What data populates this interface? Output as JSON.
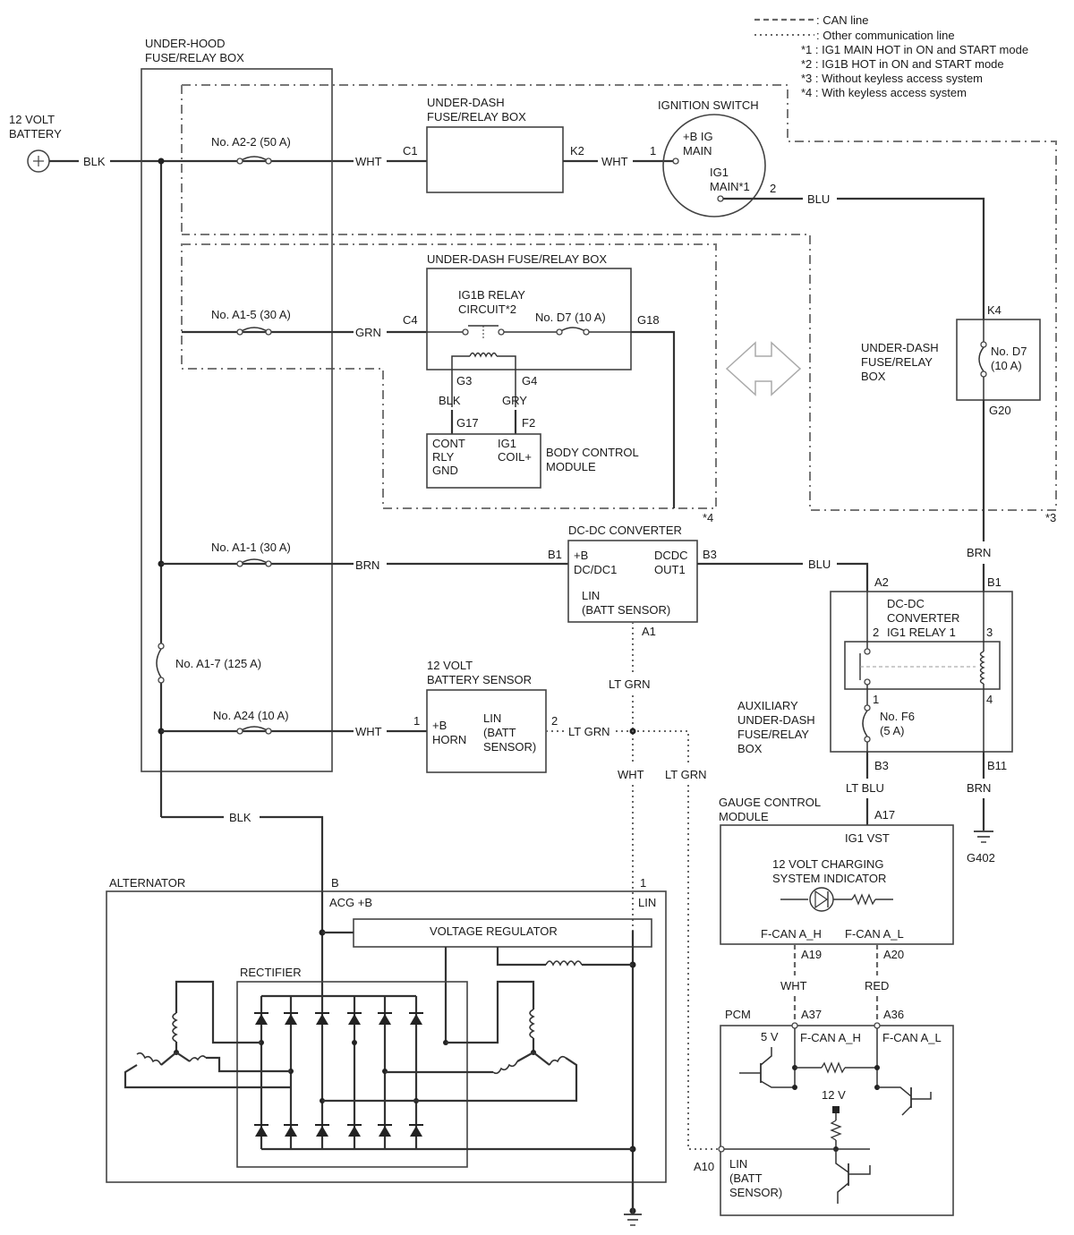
{
  "legend": {
    "can_line": ": CAN line",
    "other_line": ": Other communication line",
    "note1": "*1 : IG1 MAIN HOT in ON and START mode",
    "note2": "*2 : IG1B HOT in ON and START mode",
    "note3": "*3 : Without keyless access system",
    "note4": "*4 : With keyless access system"
  },
  "battery": {
    "line1": "12 VOLT",
    "line2": "BATTERY",
    "wire": "BLK"
  },
  "underhood": {
    "line1": "UNDER-HOOD",
    "line2": "FUSE/RELAY BOX",
    "fuse_a22": "No. A2-2 (50 A)",
    "fuse_a15": "No. A1-5 (30 A)",
    "fuse_a11": "No. A1-1 (30 A)",
    "fuse_a17": "No. A1-7 (125 A)",
    "fuse_a24": "No. A24 (10 A)"
  },
  "wires": {
    "wht1": "WHT",
    "wht2": "WHT",
    "grn": "GRN",
    "blu1": "BLU",
    "brn1": "BRN",
    "brn2": "BRN",
    "brn3": "BRN",
    "blu2": "BLU",
    "wht3": "WHT",
    "ltgrn1": "LT GRN",
    "ltgrn2": "LT GRN",
    "wht4": "WHT",
    "ltgrn3": "LT GRN",
    "blk2": "BLK",
    "ltblu": "LT BLU",
    "blk3": "BLK",
    "gry": "GRY",
    "wht5": "WHT",
    "red": "RED"
  },
  "udfrb1": {
    "line1": "UNDER-DASH",
    "line2": "FUSE/RELAY BOX",
    "c1": "C1",
    "k2": "K2"
  },
  "ignition": {
    "title": "IGNITION SWITCH",
    "pin1": "1",
    "plus_b1": "+B IG",
    "plus_b2": "MAIN",
    "ig1_1": "IG1",
    "ig1_2": "MAIN*1",
    "pin2": "2"
  },
  "udfrb2": {
    "title": "UNDER-DASH FUSE/RELAY BOX",
    "relay1": "IG1B RELAY",
    "relay2": "CIRCUIT*2",
    "fuse": "No. D7 (10 A)",
    "c4": "C4",
    "g18": "G18",
    "g3": "G3",
    "g4": "G4"
  },
  "bcm": {
    "g17": "G17",
    "f2": "F2",
    "l1": "CONT",
    "l2": "RLY",
    "l3": "GND",
    "r1": "IG1",
    "r2": "COIL+",
    "name1": "BODY CONTROL",
    "name2": "MODULE"
  },
  "notes": {
    "star4": "*4",
    "star3": "*3"
  },
  "udfrb3": {
    "k4": "K4",
    "line1": "UNDER-DASH",
    "line2": "FUSE/RELAY",
    "line3": "BOX",
    "fuse1": "No. D7",
    "fuse2": "(10 A)",
    "g20": "G20"
  },
  "dcdc": {
    "title": "DC-DC CONVERTER",
    "b1": "B1",
    "b3": "B3",
    "l1": "+B",
    "l2": "DC/DC1",
    "r1": "DCDC",
    "r2": "OUT1",
    "lin1": "LIN",
    "lin2": "(BATT SENSOR)",
    "a1": "A1"
  },
  "battsensor": {
    "title1": "12 VOLT",
    "title2": "BATTERY SENSOR",
    "pin1": "1",
    "pin2": "2",
    "l1": "+B",
    "l2": "HORN",
    "r1": "LIN",
    "r2": "(BATT",
    "r3": "SENSOR)"
  },
  "aux": {
    "a2": "A2",
    "b1": "B1",
    "t1": "DC-DC",
    "t2": "CONVERTER",
    "t3": "IG1 RELAY 1",
    "p2": "2",
    "p3": "3",
    "p1": "1",
    "p4": "4",
    "n1": "AUXILIARY",
    "n2": "UNDER-DASH",
    "n3": "FUSE/RELAY",
    "n4": "BOX",
    "fuse1": "No. F6",
    "fuse2": "(5 A)",
    "b3": "B3",
    "b11": "B11"
  },
  "ground": {
    "g402": "G402"
  },
  "gauge": {
    "t1": "GAUGE CONTROL",
    "t2": "MODULE",
    "a17": "A17",
    "ig1vst": "IG1 VST",
    "ind1": "12 VOLT CHARGING",
    "ind2": "SYSTEM INDICATOR",
    "fcanh": "F-CAN A_H",
    "fcanl": "F-CAN A_L",
    "a19": "A19",
    "a20": "A20"
  },
  "alternator": {
    "title": "ALTERNATOR",
    "b": "B",
    "acg": "ACG +B",
    "pin1": "1",
    "lin": "LIN",
    "vr": "VOLTAGE REGULATOR",
    "rectifier": "RECTIFIER"
  },
  "pcm": {
    "title": "PCM",
    "a37": "A37",
    "a36": "A36",
    "v5": "5 V",
    "fcanh": "F-CAN A_H",
    "fcanl": "F-CAN A_L",
    "v12": "12 V",
    "a10": "A10",
    "lin1": "LIN",
    "lin2": "(BATT",
    "lin3": "SENSOR)"
  }
}
